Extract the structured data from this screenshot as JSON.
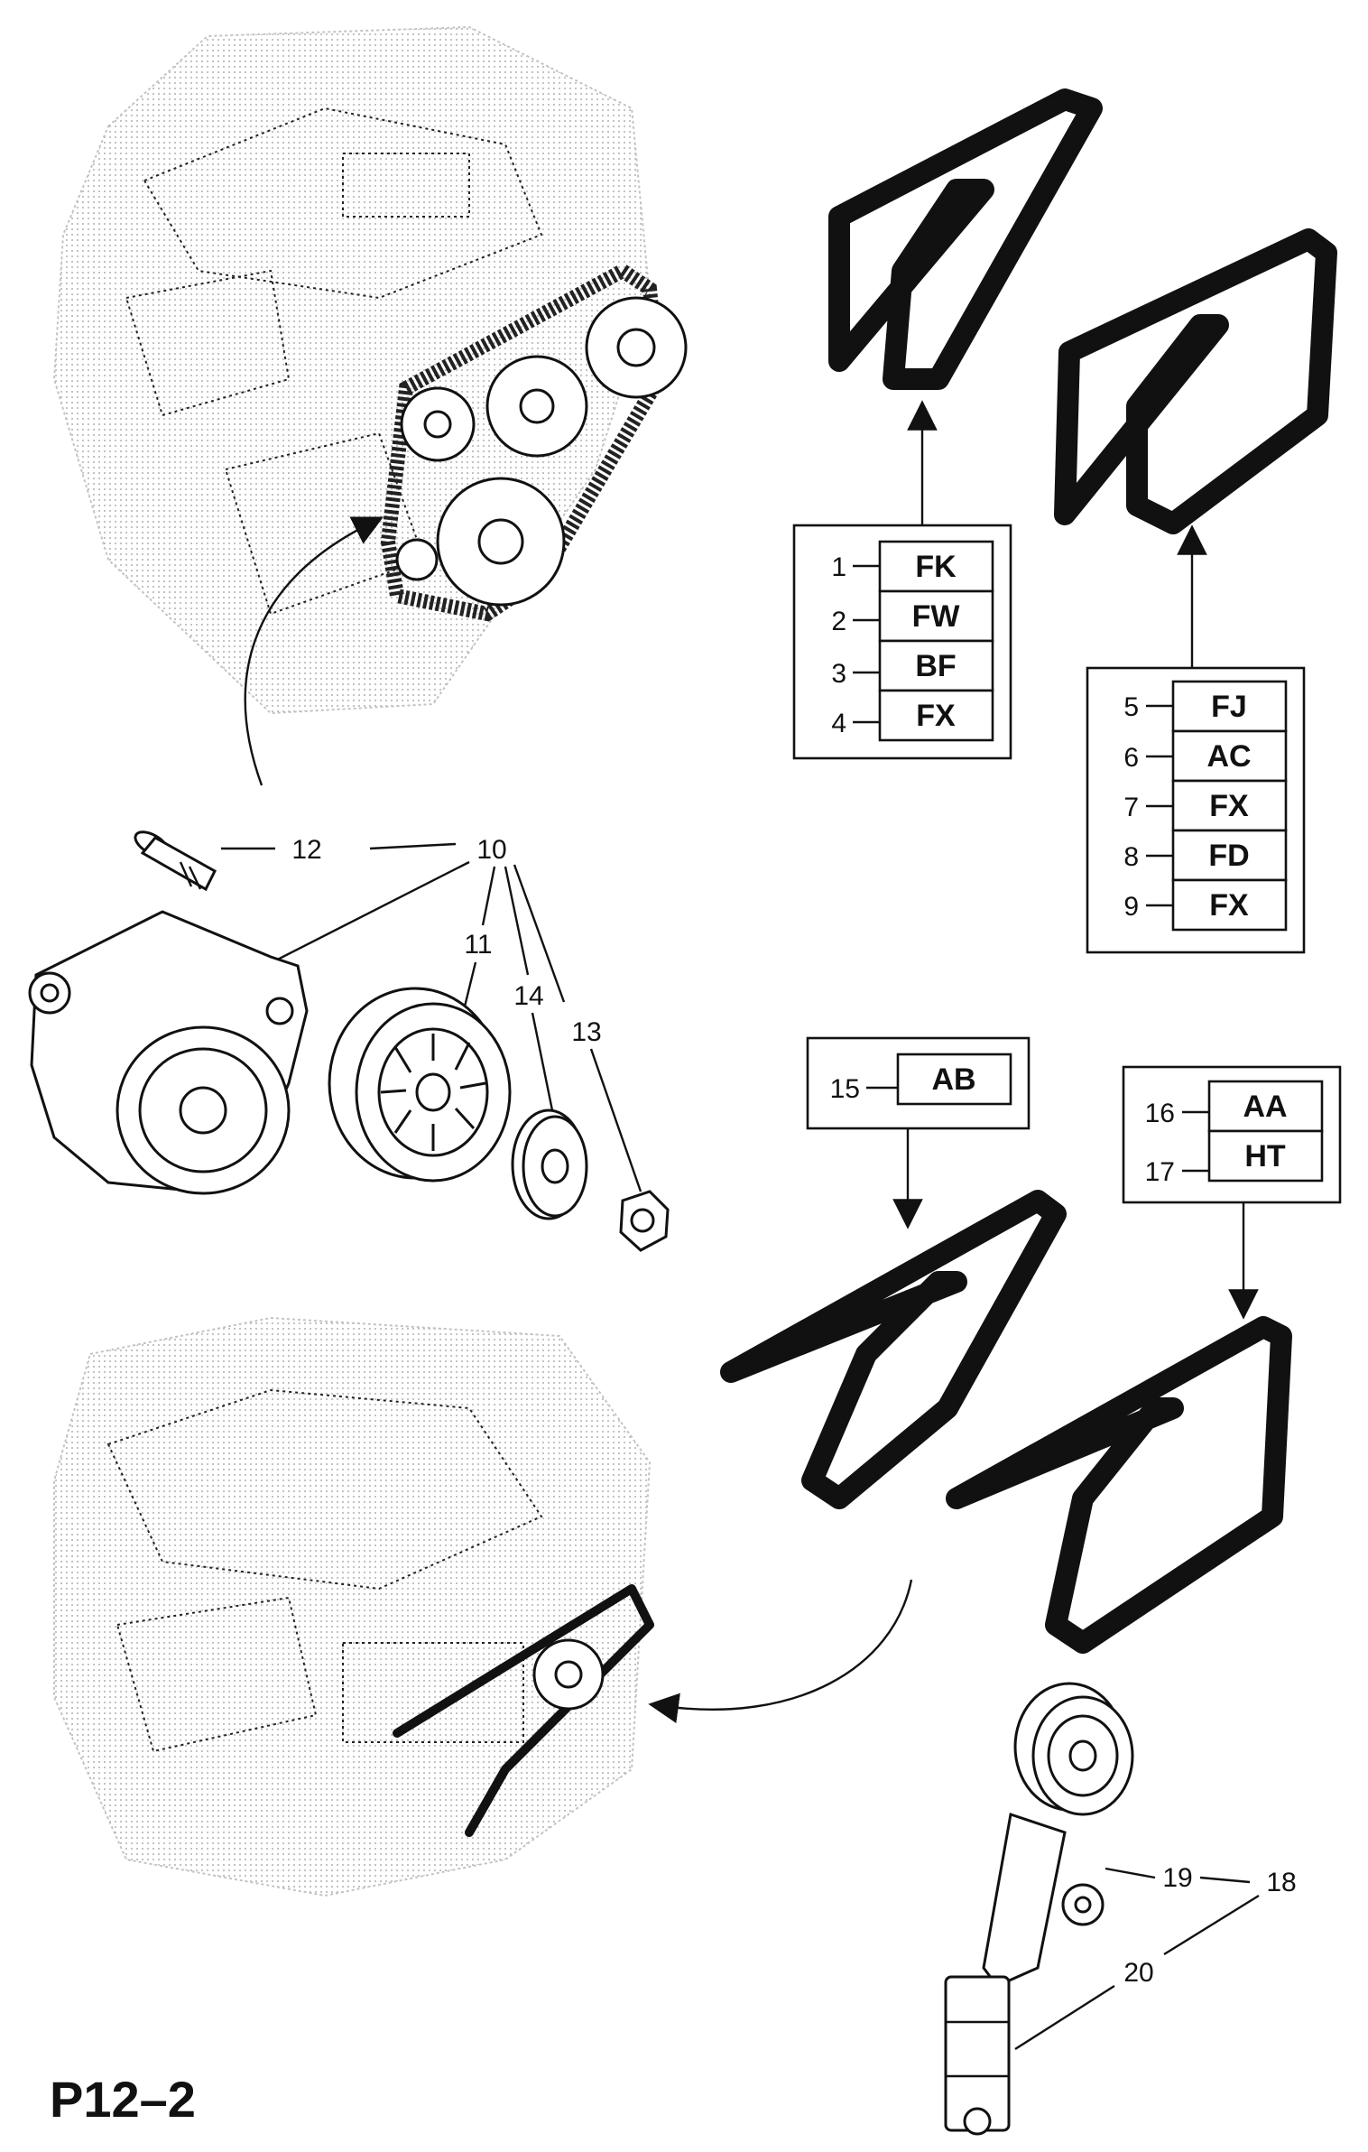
{
  "page_id": "P12–2",
  "box_a": {
    "rows": [
      {
        "num": "1",
        "code": "FK"
      },
      {
        "num": "2",
        "code": "FW"
      },
      {
        "num": "3",
        "code": "BF"
      },
      {
        "num": "4",
        "code": "FX"
      }
    ]
  },
  "box_b": {
    "rows": [
      {
        "num": "5",
        "code": "FJ"
      },
      {
        "num": "6",
        "code": "AC"
      },
      {
        "num": "7",
        "code": "FX"
      },
      {
        "num": "8",
        "code": "FD"
      },
      {
        "num": "9",
        "code": "FX"
      }
    ]
  },
  "box_c": {
    "rows": [
      {
        "num": "15",
        "code": "AB"
      }
    ]
  },
  "box_d": {
    "rows": [
      {
        "num": "16",
        "code": "AA"
      },
      {
        "num": "17",
        "code": "HT"
      }
    ]
  },
  "callouts": {
    "c10": "10",
    "c11": "11",
    "c12": "12",
    "c13": "13",
    "c14": "14",
    "c18": "18",
    "c19": "19",
    "c20": "20"
  }
}
